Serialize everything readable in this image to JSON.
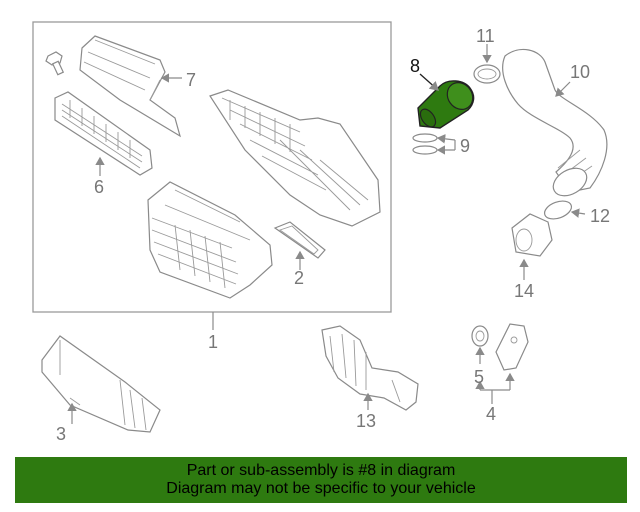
{
  "diagram": {
    "callouts": [
      "1",
      "2",
      "3",
      "4",
      "5",
      "6",
      "7",
      "8",
      "9",
      "10",
      "11",
      "12",
      "13",
      "14"
    ],
    "highlight_part": "8",
    "highlight_color": "#2e7a10",
    "part_color": "#8a8a8a"
  },
  "banner": {
    "line1": "Part or sub-assembly is #8 in diagram",
    "line2": "Diagram may not be specific to your vehicle",
    "background": "#2e7a10"
  }
}
